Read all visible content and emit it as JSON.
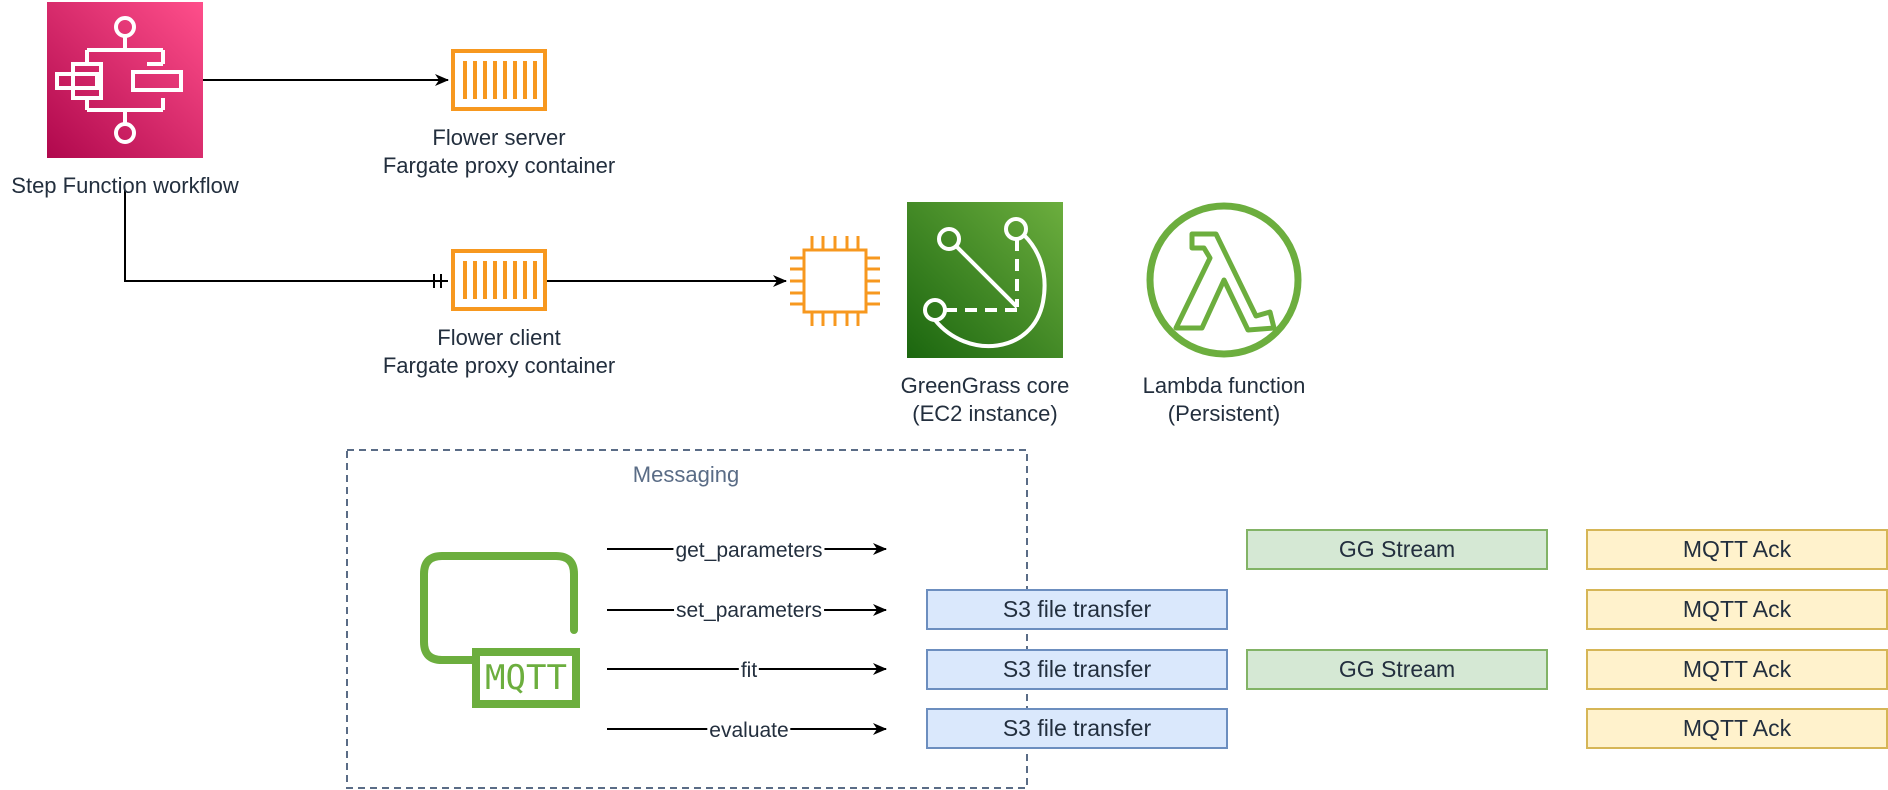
{
  "nodes": {
    "step_function": {
      "label": "Step Function workflow",
      "icon": "step-functions-icon",
      "color": "#d6246e"
    },
    "flower_server": {
      "line1": "Flower server",
      "line2": "Fargate proxy container",
      "icon": "container-icon",
      "color": "#f7981f"
    },
    "flower_client": {
      "line1": "Flower client",
      "line2": "Fargate proxy container",
      "icon": "container-icon",
      "color": "#f7981f"
    },
    "ec2_chip": {
      "icon": "ec2-instance-chip-icon",
      "color": "#f7981f"
    },
    "greengrass": {
      "line1": "GreenGrass core",
      "line2": "(EC2 instance)",
      "icon": "greengrass-icon",
      "color": "#3f8624"
    },
    "lambda": {
      "line1": "Lambda function",
      "line2": "(Persistent)",
      "icon": "lambda-icon",
      "color": "#6cae3e"
    }
  },
  "messaging": {
    "title": "Messaging",
    "mqtt_icon_text": "MQTT",
    "mqtt_color": "#6cae3e",
    "messages": [
      {
        "label": "get_parameters"
      },
      {
        "label": "set_parameters"
      },
      {
        "label": "fit"
      },
      {
        "label": "evaluate"
      }
    ]
  },
  "boxes": {
    "s3": [
      {
        "label": "S3 file transfer"
      },
      {
        "label": "S3 file transfer"
      },
      {
        "label": "S3 file transfer"
      }
    ],
    "gg": [
      {
        "label": "GG Stream"
      },
      {
        "label": "GG Stream"
      }
    ],
    "mqtt_ack": [
      {
        "label": "MQTT Ack"
      },
      {
        "label": "MQTT Ack"
      },
      {
        "label": "MQTT Ack"
      },
      {
        "label": "MQTT Ack"
      }
    ]
  },
  "colors": {
    "s3_fill": "#dae8fc",
    "s3_stroke": "#6c8ebf",
    "gg_fill": "#d5e8d4",
    "gg_stroke": "#82b366",
    "ack_fill": "#fff2cc",
    "ack_stroke": "#d6b656",
    "group_border": "#5a6c86"
  }
}
